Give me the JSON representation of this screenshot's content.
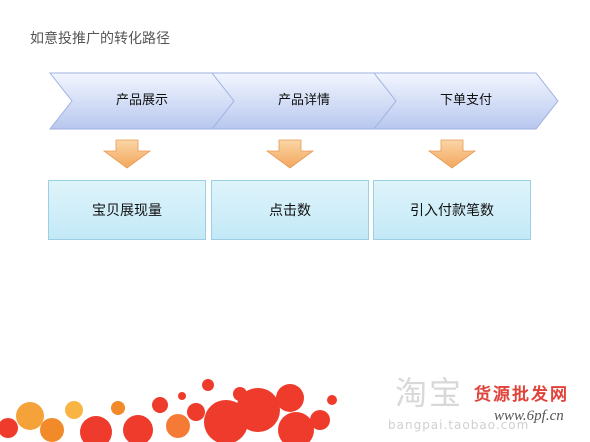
{
  "title": "如意投推广的转化路径",
  "stages": [
    {
      "label": "产品展示"
    },
    {
      "label": "产品详情"
    },
    {
      "label": "下单支付"
    }
  ],
  "metrics": [
    {
      "label": "宝贝展现量"
    },
    {
      "label": "点击数"
    },
    {
      "label": "引入付款笔数"
    }
  ],
  "watermark": {
    "logo_text": "淘宝",
    "brand_text": "货源批发网",
    "url_text": "www.6pf.cn",
    "sub_url": "bangpai.taobao.com"
  },
  "colors": {
    "chevron_top": "#eef3ff",
    "chevron_bottom": "#b8c9f0",
    "arrow": "#f6b977",
    "box": "#c8ecf8",
    "bubbles": "#ef3a2b"
  }
}
